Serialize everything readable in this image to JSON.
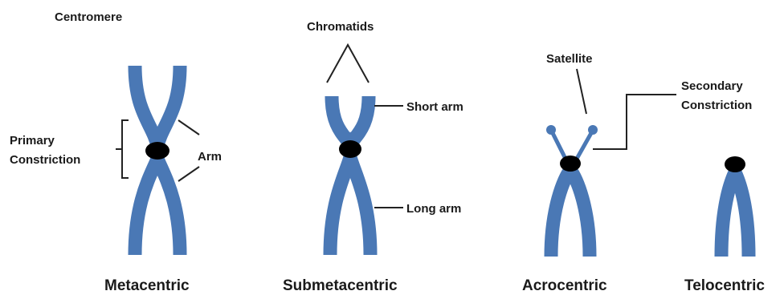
{
  "labels": {
    "centromere": "Centromere",
    "chromatids": "Chromatids",
    "satellite": "Satellite",
    "secondary_constriction_line1": "Secondary",
    "secondary_constriction_line2": "Constriction",
    "primary_constriction_line1": "Primary",
    "primary_constriction_line2": "Constriction",
    "arm": "Arm",
    "short_arm": "Short arm",
    "long_arm": "Long arm"
  },
  "types": {
    "metacentric": "Metacentric",
    "submetacentric": "Submetacentric",
    "acrocentric": "Acrocentric",
    "telocentric": "Telocentric"
  },
  "colors": {
    "chromosome": "#4a78b5",
    "centromere": "#000000",
    "text": "#1a1a1a"
  }
}
